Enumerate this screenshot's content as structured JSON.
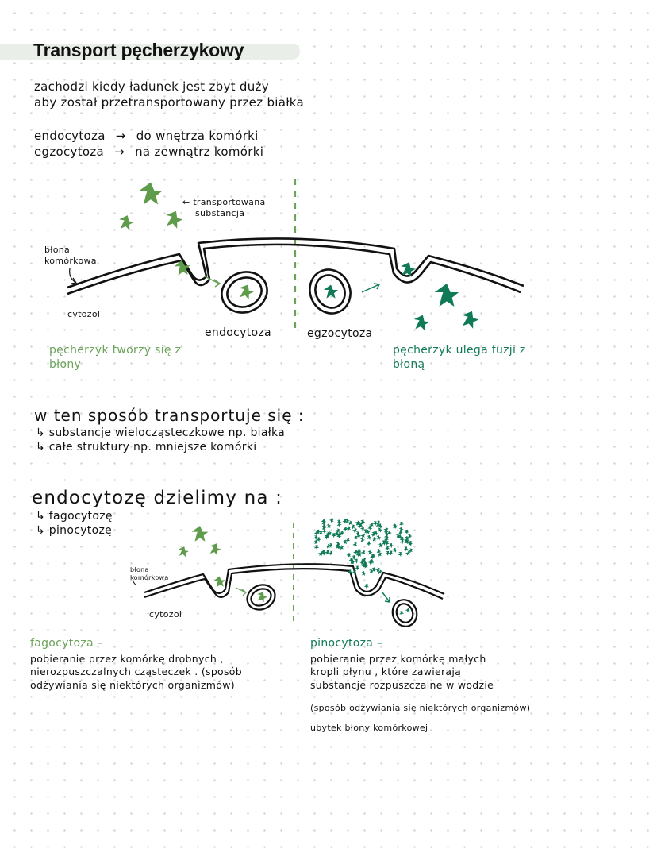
{
  "header": {
    "title": "Transport pęcherzykowy"
  },
  "intro": {
    "lines": [
      "zachodzi kiedy ładunek jest zbyt duży",
      "aby został przetransportowany przez białka"
    ]
  },
  "definitions": [
    {
      "term": "endocytoza",
      "arrow": "→",
      "meaning": "do wnętrza komórki"
    },
    {
      "term": "egzocytoza",
      "arrow": "→",
      "meaning": "na zewnątrz komórki"
    }
  ],
  "diagram1": {
    "label_substance": "← transportowana substancja",
    "label_substance_line1": "← transportowana",
    "label_substance_line2": "substancja",
    "label_membrane_line1": "błona",
    "label_membrane_line2": "komórkowa",
    "label_cytosol": "cytozol",
    "label_endocytosis": "endocytoza",
    "label_exocytosis": "egzocytoza",
    "note_left_line1": "pęcherzyk tworzy się z",
    "note_left_line2": "błony",
    "note_right_line1": "pęcherzyk ulega fuzji z",
    "note_right_line2": "błoną",
    "colors": {
      "endocytosis_star": "#5e9c4c",
      "exocytosis_star": "#0f7a55",
      "membrane": "#111111",
      "divider": "#6aa35a"
    }
  },
  "transported": {
    "heading": "w ten sposób transportuje się :",
    "items": [
      {
        "bullet": "↳",
        "text": "substancje wielocząsteczkowe np. białka"
      },
      {
        "bullet": "↳",
        "text": "całe struktury np. mniejsze komórki"
      }
    ]
  },
  "endocytosis_types": {
    "heading": "endocytozę dzielimy na :",
    "items": [
      {
        "bullet": "↳",
        "text": "fagocytozę"
      },
      {
        "bullet": "↳",
        "text": "pinocytozę"
      }
    ]
  },
  "diagram2": {
    "label_membrane_line1": "błona",
    "label_membrane_line2": "komórkowa",
    "label_cytosol": "cytozol"
  },
  "phagocytosis": {
    "title": "fagocytoza –",
    "lines": [
      "pobieranie przez komórkę drobnych ,",
      "nierozpuszczalnych cząsteczek . (sposób",
      "odżywiania się niektórych organizmów)"
    ]
  },
  "pinocytosis": {
    "title": "pinocytoza –",
    "lines": [
      "pobieranie przez komórkę małych",
      "kropli płynu , które zawierają",
      "substancje rozpuszczalne w wodzie"
    ],
    "note": "(sposób odżywiania się niektórych organizmów)",
    "extra": "ubytek błony komórkowej"
  }
}
